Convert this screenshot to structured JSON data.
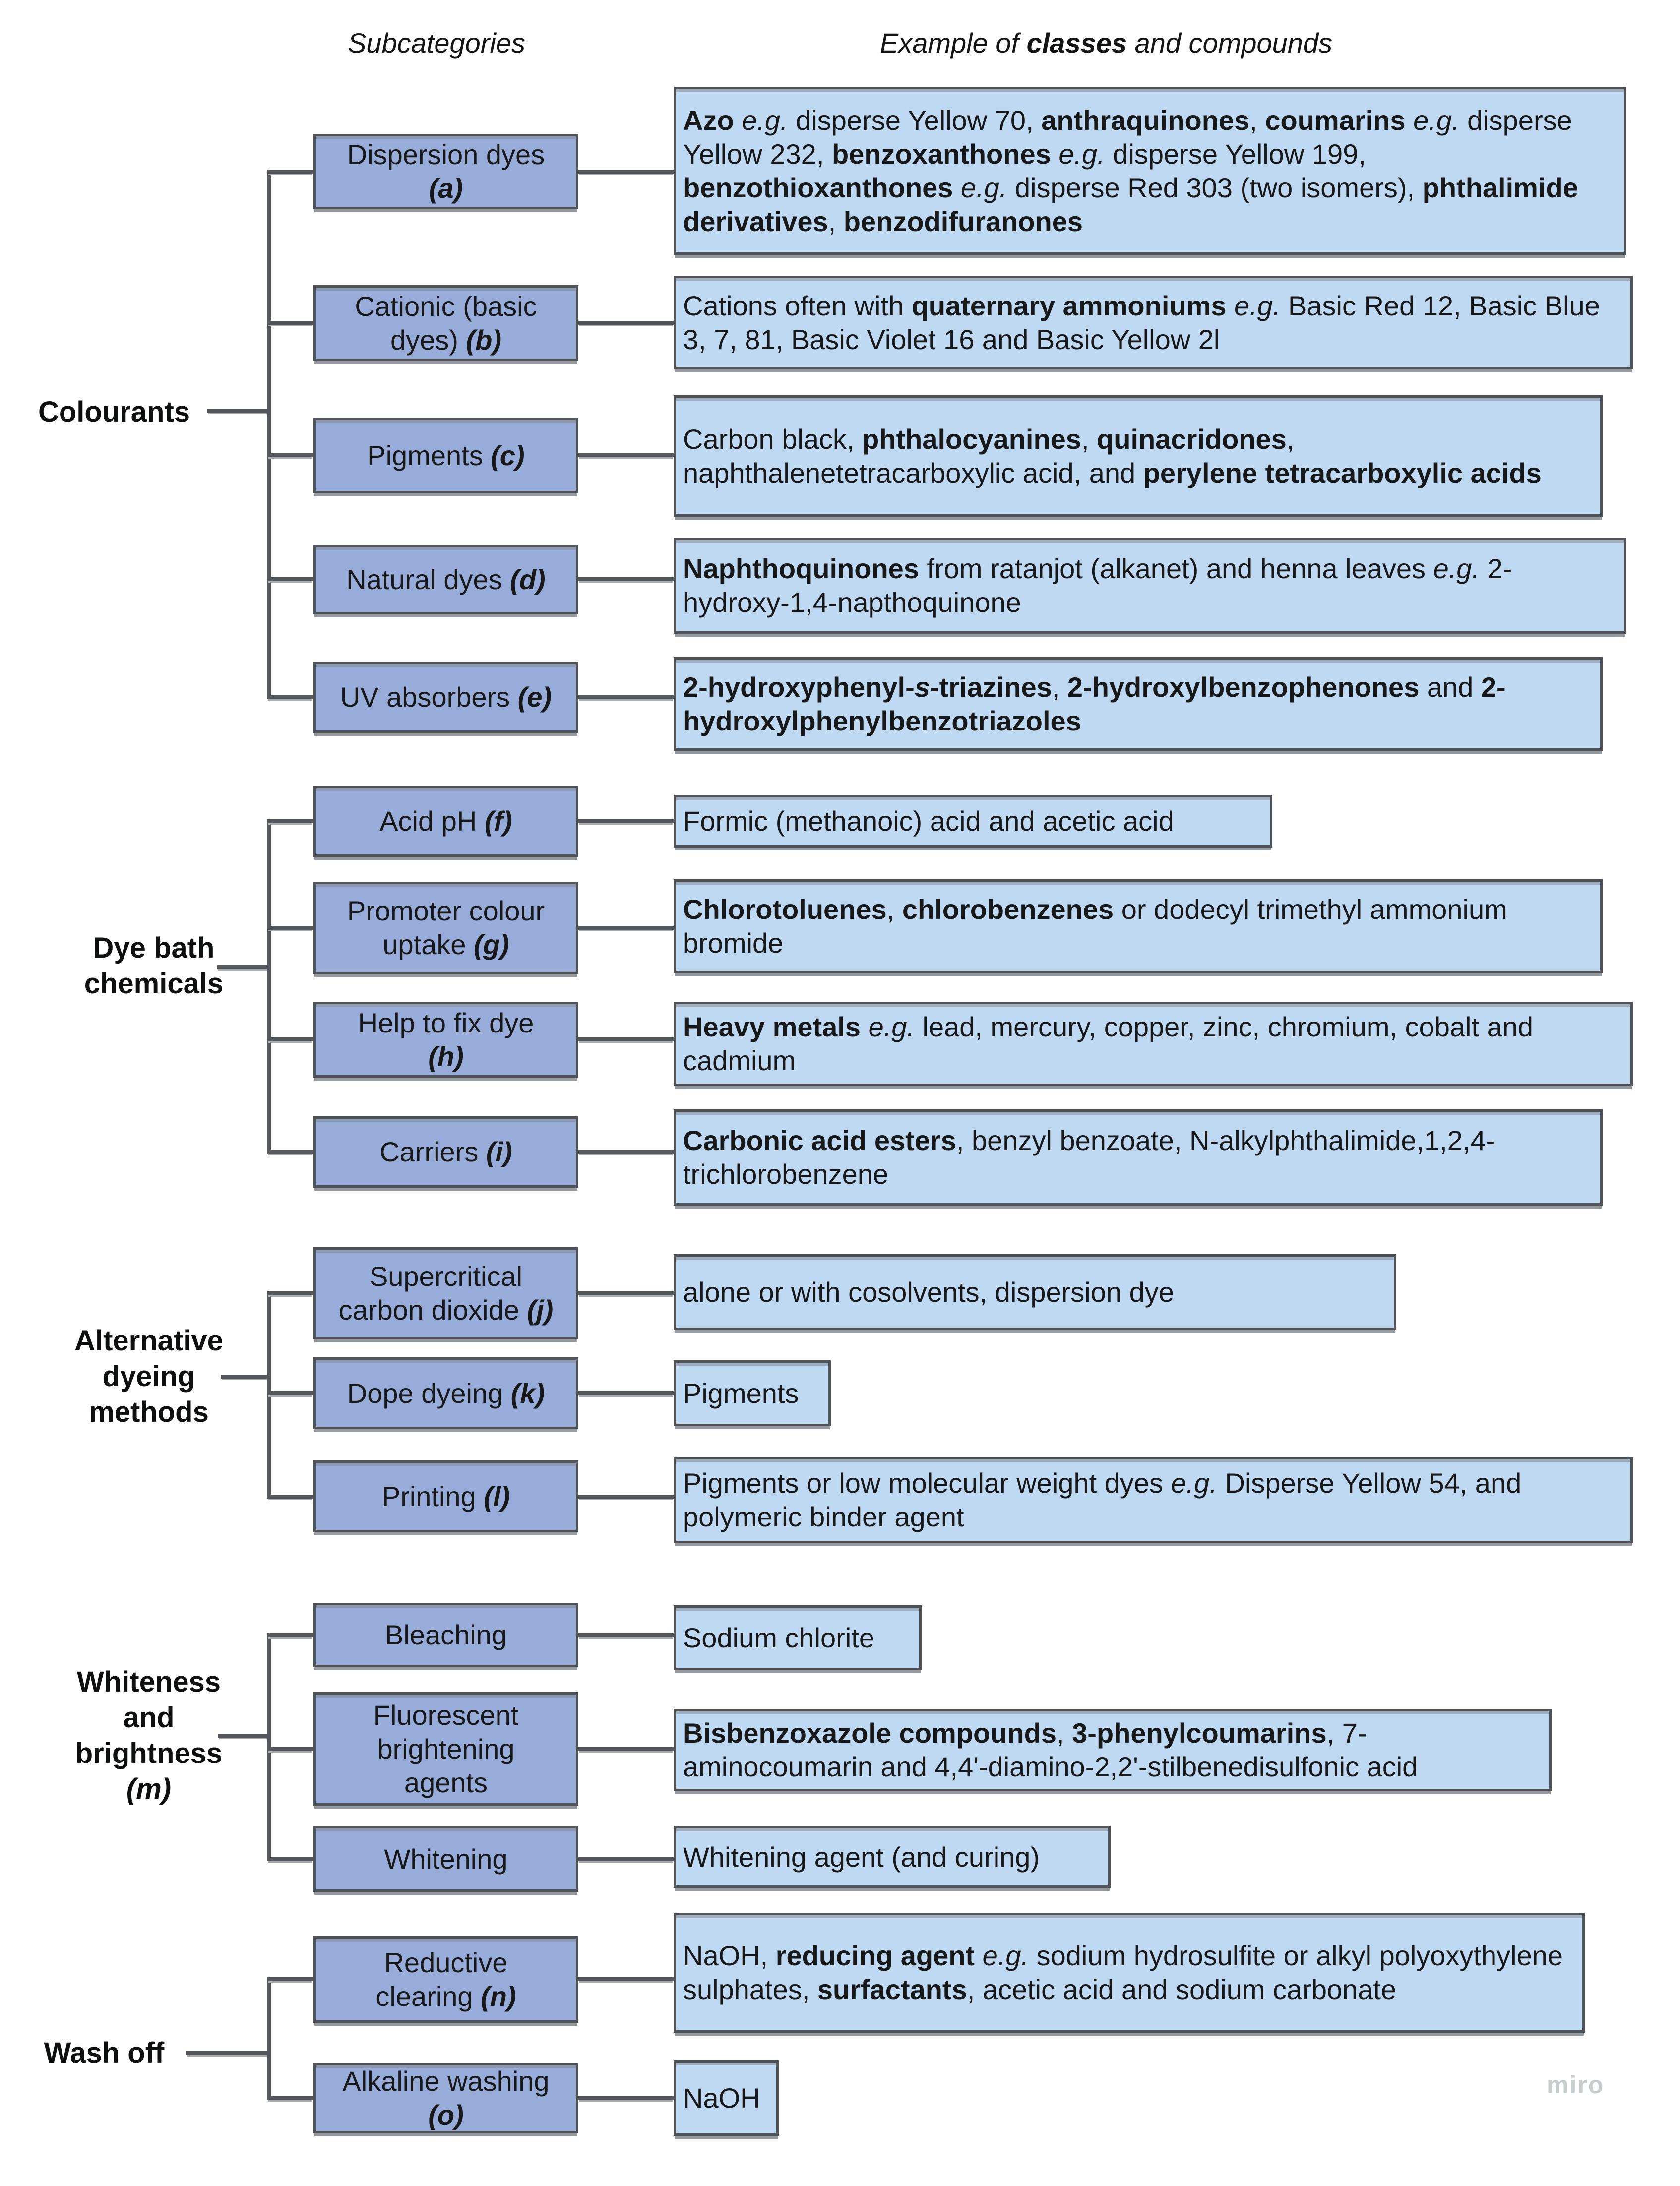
{
  "header": {
    "subcategories": "Subcategories",
    "examples_title": [
      {
        "t": "Example of ",
        "i": 1
      },
      {
        "t": "classes",
        "i": 1,
        "b": 1
      },
      {
        "t": " and compounds",
        "i": 1
      }
    ]
  },
  "watermark": "miro",
  "colors": {
    "subcategory_fill": "#97ACD8",
    "example_fill": "#BED9F1",
    "border": "#4F5257",
    "line": "#53565B"
  },
  "sections": [
    {
      "label": [
        {
          "t": "Colourants",
          "b": 1
        }
      ],
      "rows": [
        {
          "sub": [
            {
              "t": "Dispersion dyes"
            },
            {
              "br": 1
            },
            {
              "t": "(a)",
              "b": 1,
              "i": 1
            }
          ],
          "example": [
            {
              "t": "Azo",
              "b": 1
            },
            {
              "t": " "
            },
            {
              "t": "e.g.",
              "i": 1
            },
            {
              "t": " disperse Yellow 70, "
            },
            {
              "t": "anthraquinones",
              "b": 1
            },
            {
              "t": ", "
            },
            {
              "t": "coumarins",
              "b": 1
            },
            {
              "t": " "
            },
            {
              "t": "e.g.",
              "i": 1
            },
            {
              "t": " disperse Yellow 232, "
            },
            {
              "t": "benzoxanthones",
              "b": 1
            },
            {
              "t": " "
            },
            {
              "t": "e.g.",
              "i": 1
            },
            {
              "t": " disperse Yellow 199, "
            },
            {
              "t": "benzothioxanthones",
              "b": 1
            },
            {
              "t": " "
            },
            {
              "t": "e.g.",
              "i": 1
            },
            {
              "t": " disperse Red 303 (two isomers), "
            },
            {
              "t": "phthalimide derivatives",
              "b": 1
            },
            {
              "t": ", "
            },
            {
              "t": "benzodifuranones",
              "b": 1
            }
          ]
        },
        {
          "sub": [
            {
              "t": "Cationic (basic"
            },
            {
              "br": 1
            },
            {
              "t": "dyes) "
            },
            {
              "t": "(b)",
              "b": 1,
              "i": 1
            }
          ],
          "example": [
            {
              "t": "Cations often with "
            },
            {
              "t": "quaternary ammoniums",
              "b": 1
            },
            {
              "t": " "
            },
            {
              "t": "e.g.",
              "i": 1
            },
            {
              "t": " Basic Red 12, Basic Blue 3, 7, 81, Basic Violet 16 and Basic Yellow 2l"
            }
          ]
        },
        {
          "sub": [
            {
              "t": "Pigments "
            },
            {
              "t": "(c)",
              "b": 1,
              "i": 1
            }
          ],
          "example": [
            {
              "t": "Carbon black, "
            },
            {
              "t": "phthalocyanines",
              "b": 1
            },
            {
              "t": ", "
            },
            {
              "t": "quinacridones",
              "b": 1
            },
            {
              "t": ", naphthalenetetracarboxylic acid, and "
            },
            {
              "t": "perylene tetracarboxylic acids",
              "b": 1
            }
          ]
        },
        {
          "sub": [
            {
              "t": "Natural dyes "
            },
            {
              "t": "(d)",
              "b": 1,
              "i": 1
            }
          ],
          "example": [
            {
              "t": "Naphthoquinones",
              "b": 1
            },
            {
              "t": " from ratanjot (alkanet) and henna leaves "
            },
            {
              "t": "e.g.",
              "i": 1
            },
            {
              "t": " 2-hydroxy-1,4-napthoquinone"
            }
          ]
        },
        {
          "sub": [
            {
              "t": "UV absorbers "
            },
            {
              "t": "(e)",
              "b": 1,
              "i": 1
            }
          ],
          "example": [
            {
              "t": "2-hydroxyphenyl-",
              "b": 1
            },
            {
              "t": "s",
              "b": 1,
              "i": 1
            },
            {
              "t": "-triazines",
              "b": 1
            },
            {
              "t": ", "
            },
            {
              "t": "2-hydroxylbenzophenones",
              "b": 1
            },
            {
              "t": " and "
            },
            {
              "t": "2-hydroxylphenylbenzotriazoles",
              "b": 1
            }
          ]
        }
      ]
    },
    {
      "label": [
        {
          "t": "Dye bath",
          "b": 1
        },
        {
          "br": 1
        },
        {
          "t": "chemicals",
          "b": 1
        }
      ],
      "rows": [
        {
          "sub": [
            {
              "t": "Acid pH "
            },
            {
              "t": "(f)",
              "b": 1,
              "i": 1
            }
          ],
          "example": [
            {
              "t": "Formic (methanoic) acid and acetic acid"
            }
          ]
        },
        {
          "sub": [
            {
              "t": "Promoter colour"
            },
            {
              "br": 1
            },
            {
              "t": "uptake "
            },
            {
              "t": "(g)",
              "b": 1,
              "i": 1
            }
          ],
          "example": [
            {
              "t": "Chlorotoluenes",
              "b": 1
            },
            {
              "t": ", "
            },
            {
              "t": "chlorobenzenes",
              "b": 1
            },
            {
              "t": " or dodecyl trimethyl ammonium bromide"
            }
          ]
        },
        {
          "sub": [
            {
              "t": "Help to fix dye"
            },
            {
              "br": 1
            },
            {
              "t": "(h)",
              "b": 1,
              "i": 1
            }
          ],
          "example": [
            {
              "t": "Heavy metals",
              "b": 1
            },
            {
              "t": " "
            },
            {
              "t": "e.g.",
              "i": 1
            },
            {
              "t": " lead, mercury, copper, zinc, chromium, cobalt and cadmium"
            }
          ]
        },
        {
          "sub": [
            {
              "t": "Carriers "
            },
            {
              "t": "(i)",
              "b": 1,
              "i": 1
            }
          ],
          "example": [
            {
              "t": "Carbonic acid esters",
              "b": 1
            },
            {
              "t": ", benzyl benzoate, N-alkylphthalimide,1,2,4-trichlorobenzene"
            }
          ]
        }
      ]
    },
    {
      "label": [
        {
          "t": "Alternative",
          "b": 1
        },
        {
          "br": 1
        },
        {
          "t": "dyeing",
          "b": 1
        },
        {
          "br": 1
        },
        {
          "t": "methods",
          "b": 1
        }
      ],
      "rows": [
        {
          "sub": [
            {
              "t": "Supercritical"
            },
            {
              "br": 1
            },
            {
              "t": "carbon dioxide "
            },
            {
              "t": "(j)",
              "b": 1,
              "i": 1
            }
          ],
          "example": [
            {
              "t": "alone or with cosolvents, dispersion dye"
            }
          ]
        },
        {
          "sub": [
            {
              "t": "Dope dyeing "
            },
            {
              "t": "(k)",
              "b": 1,
              "i": 1
            }
          ],
          "example": [
            {
              "t": "Pigments"
            }
          ]
        },
        {
          "sub": [
            {
              "t": "Printing "
            },
            {
              "t": "(l)",
              "b": 1,
              "i": 1
            }
          ],
          "example": [
            {
              "t": "Pigments or low molecular weight dyes "
            },
            {
              "t": "e.g.",
              "i": 1
            },
            {
              "t": " Disperse Yellow 54, and polymeric binder agent"
            }
          ]
        }
      ]
    },
    {
      "label": [
        {
          "t": "Whiteness",
          "b": 1
        },
        {
          "br": 1
        },
        {
          "t": "and",
          "b": 1
        },
        {
          "br": 1
        },
        {
          "t": "brightness",
          "b": 1
        },
        {
          "br": 1
        },
        {
          "t": "(m)",
          "b": 1,
          "i": 1
        }
      ],
      "rows": [
        {
          "sub": [
            {
              "t": "Bleaching"
            }
          ],
          "example": [
            {
              "t": "Sodium chlorite"
            }
          ]
        },
        {
          "sub": [
            {
              "t": "Fluorescent"
            },
            {
              "br": 1
            },
            {
              "t": "brightening"
            },
            {
              "br": 1
            },
            {
              "t": "agents"
            }
          ],
          "example": [
            {
              "t": "Bisbenzoxazole compounds",
              "b": 1
            },
            {
              "t": ", "
            },
            {
              "t": "3-phenylcoumarins",
              "b": 1
            },
            {
              "t": ", 7-aminocoumarin and 4,4'-diamino-2,2'-stilbenedisulfonic acid"
            }
          ]
        },
        {
          "sub": [
            {
              "t": "Whitening"
            }
          ],
          "example": [
            {
              "t": "Whitening agent (and curing)"
            }
          ]
        }
      ]
    },
    {
      "label": [
        {
          "t": "Wash off",
          "b": 1
        }
      ],
      "rows": [
        {
          "sub": [
            {
              "t": "Reductive"
            },
            {
              "br": 1
            },
            {
              "t": "clearing "
            },
            {
              "t": "(n)",
              "b": 1,
              "i": 1
            }
          ],
          "example": [
            {
              "t": "NaOH, "
            },
            {
              "t": "reducing agent",
              "b": 1
            },
            {
              "t": " "
            },
            {
              "t": "e.g.",
              "i": 1
            },
            {
              "t": " sodium hydrosulfite or alkyl polyoxythylene sulphates, "
            },
            {
              "t": "surfactants",
              "b": 1
            },
            {
              "t": ", acetic acid and sodium carbonate"
            }
          ]
        },
        {
          "sub": [
            {
              "t": "Alkaline washing"
            },
            {
              "br": 1
            },
            {
              "t": "(o)",
              "b": 1,
              "i": 1
            }
          ],
          "example": [
            {
              "t": "NaOH"
            }
          ]
        }
      ]
    }
  ]
}
